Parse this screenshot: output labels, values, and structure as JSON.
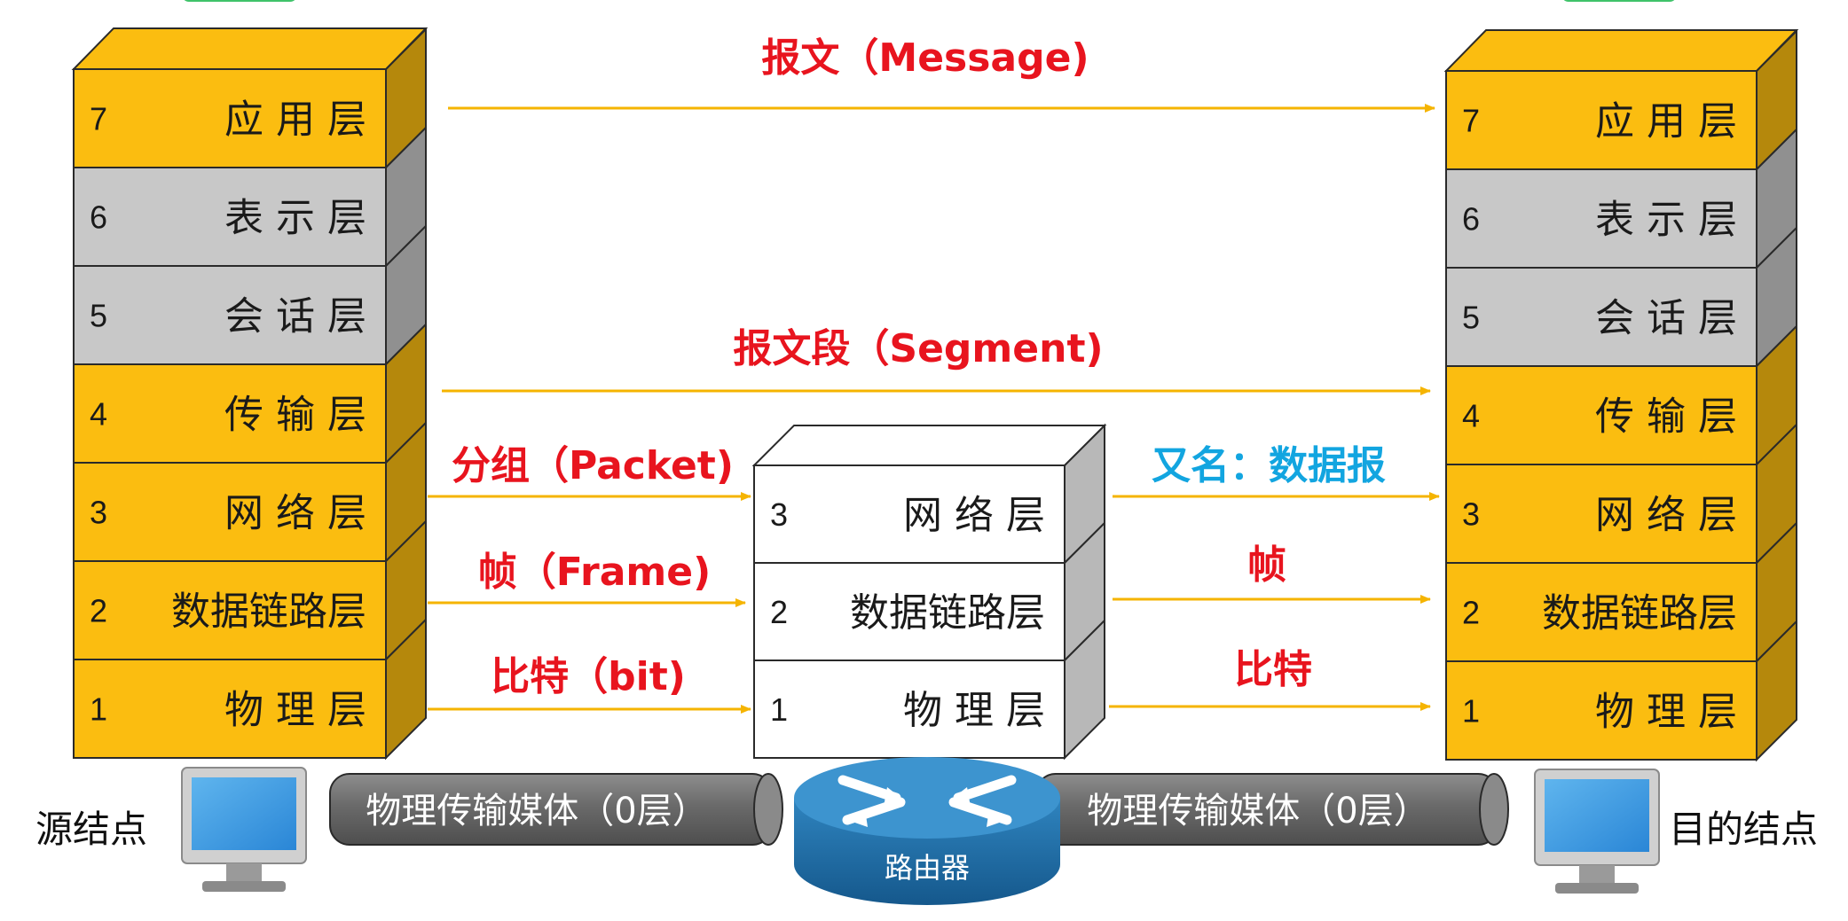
{
  "endpoint_layers": [
    {
      "num": "7",
      "name": "应 用 层",
      "fill": "#fbbd10"
    },
    {
      "num": "6",
      "name": "表 示 层",
      "fill": "#c8c8c8"
    },
    {
      "num": "5",
      "name": "会 话 层",
      "fill": "#c8c8c8"
    },
    {
      "num": "4",
      "name": "传 输 层",
      "fill": "#fbbd10"
    },
    {
      "num": "3",
      "name": "网 络 层",
      "fill": "#fbbd10"
    },
    {
      "num": "2",
      "name": "数据链路层",
      "fill": "#fbbd10"
    },
    {
      "num": "1",
      "name": "物 理 层",
      "fill": "#fbbd10"
    }
  ],
  "router_layers": [
    {
      "num": "3",
      "name": "网 络 层"
    },
    {
      "num": "2",
      "name": "数据链路层"
    },
    {
      "num": "1",
      "name": "物 理 层"
    }
  ],
  "units": {
    "message": "报文（Message)",
    "segment": "报文段（Segment)",
    "packet": "分组（Packet)",
    "frame": "帧（Frame)",
    "bit": "比特（bit)",
    "datagram": "又名：数据报",
    "frame_right": "帧",
    "bit_right": "比特"
  },
  "media": {
    "left": "物理传输媒体（0层）",
    "right": "物理传输媒体（0层）"
  },
  "nodes": {
    "source": "源结点",
    "destination": "目的结点",
    "router": "路由器"
  },
  "colors": {
    "layer_yellow": "#fbbd10",
    "layer_gray": "#c8c8c8",
    "router_layer": "#ffffff",
    "unit_red": "#e8141e",
    "unit_blue": "#12a5e0",
    "arrow": "#f5b400"
  }
}
